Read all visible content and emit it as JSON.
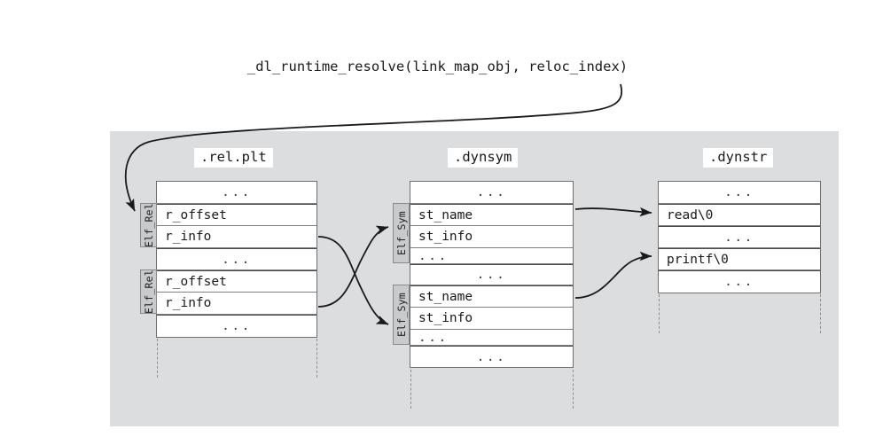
{
  "caption": "_dl_runtime_resolve(link_map_obj, reloc_index)",
  "colors": {
    "panel_bg": "#dcdddf",
    "table_bg": "#ffffff",
    "tab_bg": "#c9cacb",
    "border": "#6e6e6e",
    "text": "#1a1a1a",
    "arrow": "#1a1a1a"
  },
  "ellipsis": "...",
  "sections": [
    {
      "name": "rel-plt",
      "label": ".rel.plt",
      "structs": [
        {
          "label": "Elf_Rel"
        },
        {
          "label": "Elf_Rel"
        }
      ],
      "rows": [
        {
          "text": "...",
          "align": "center"
        },
        {
          "text": "r_offset",
          "align": "left"
        },
        {
          "text": "r_info",
          "align": "left"
        },
        {
          "text": "...",
          "align": "center"
        },
        {
          "text": "r_offset",
          "align": "left"
        },
        {
          "text": "r_info",
          "align": "left"
        },
        {
          "text": "...",
          "align": "center"
        }
      ]
    },
    {
      "name": "dynsym",
      "label": ".dynsym",
      "structs": [
        {
          "label": "Elf_Sym"
        },
        {
          "label": "Elf_Sym"
        }
      ],
      "rows": [
        {
          "text": "...",
          "align": "center"
        },
        {
          "text": "st_name",
          "align": "left"
        },
        {
          "text": "st_info",
          "align": "left"
        },
        {
          "text": "...",
          "align": "left"
        },
        {
          "text": "...",
          "align": "center"
        },
        {
          "text": "st_name",
          "align": "left"
        },
        {
          "text": "st_info",
          "align": "left"
        },
        {
          "text": "...",
          "align": "left"
        },
        {
          "text": "...",
          "align": "center"
        }
      ]
    },
    {
      "name": "dynstr",
      "label": ".dynstr",
      "structs": [],
      "rows": [
        {
          "text": "...",
          "align": "center"
        },
        {
          "text": "read\\0",
          "align": "left"
        },
        {
          "text": "...",
          "align": "center"
        },
        {
          "text": "printf\\0",
          "align": "left"
        },
        {
          "text": "...",
          "align": "center"
        }
      ]
    }
  ],
  "arrows": [
    {
      "name": "resolve-call-to-rel-plt",
      "from": "caption",
      "to": "rel-plt-elf-rel-1"
    },
    {
      "name": "r-info-1-to-elf-sym-2",
      "from": "rel-plt-r-info-1",
      "to": "dynsym-elf-sym-2"
    },
    {
      "name": "r-info-2-to-elf-sym-1",
      "from": "rel-plt-r-info-2",
      "to": "dynsym-elf-sym-1"
    },
    {
      "name": "st-name-1-to-read",
      "from": "dynsym-st-name-1",
      "to": "dynstr-read"
    },
    {
      "name": "st-name-2-to-printf",
      "from": "dynsym-st-name-2",
      "to": "dynstr-printf"
    }
  ]
}
